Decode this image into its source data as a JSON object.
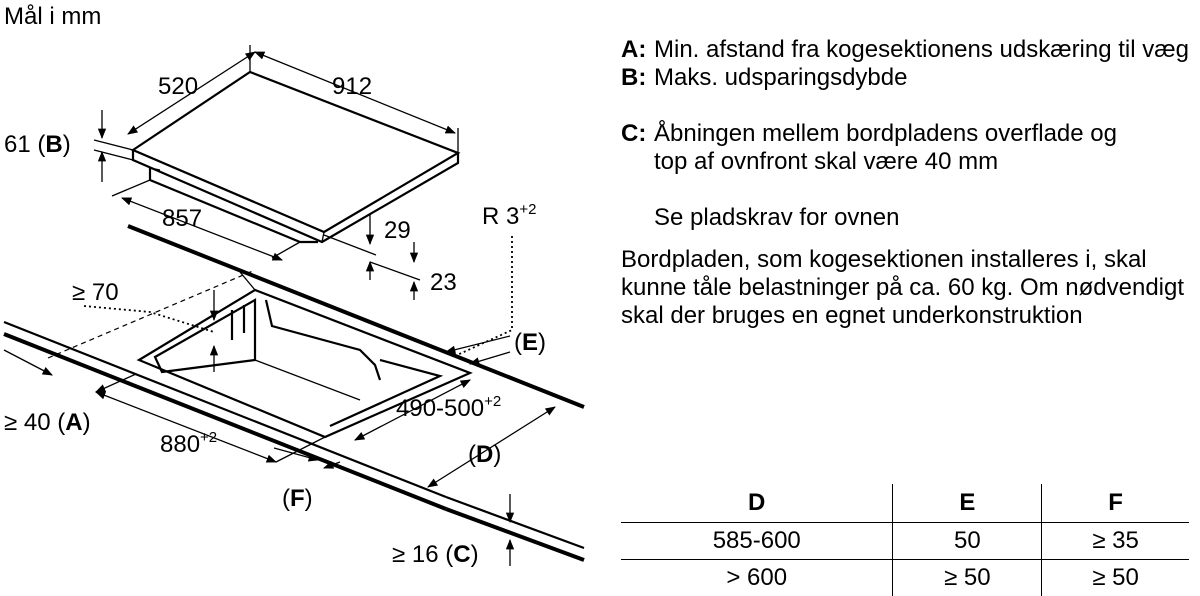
{
  "units_label": "Mål i mm",
  "dimension_labels": {
    "width_520": "520",
    "width_912": "912",
    "height_61": "61",
    "letter_B": "B",
    "depth_857": "857",
    "dim_29": "29",
    "dim_23": "23",
    "radius": "R 3",
    "radius_sup": "+2",
    "min_70": "≥ 70",
    "letter_E": "E",
    "cutout_490_500": "490-500",
    "cutout_sup": "+2",
    "min_40": "≥ 40",
    "letter_A": "A",
    "cutout_880": "880",
    "cutout_880_sup": "+2",
    "letter_D": "D",
    "letter_F": "F",
    "min_16": "≥ 16",
    "letter_C": "C"
  },
  "legend": [
    {
      "key": "A:",
      "text": "Min. afstand fra kogesektionens udskæring til væg"
    },
    {
      "key": "B:",
      "text": "Maks. udsparingsdybde"
    },
    {
      "key": "C:",
      "text": "Åbningen mellem bordpladens overflade og top af ovnfront skal være 40 mm"
    }
  ],
  "oven_note": "Se pladskrav for ovnen",
  "load_note": "Bordpladen, som kogesektionen installeres i, skal kunne tåle belastninger på ca. 60 kg. Om nødvendigt skal der bruges en egnet underkonstruktion",
  "table": {
    "headers": [
      "D",
      "E",
      "F"
    ],
    "rows": [
      [
        "585-600",
        "50",
        "≥ 35"
      ],
      [
        "> 600",
        "≥ 50",
        "≥ 50"
      ]
    ]
  }
}
